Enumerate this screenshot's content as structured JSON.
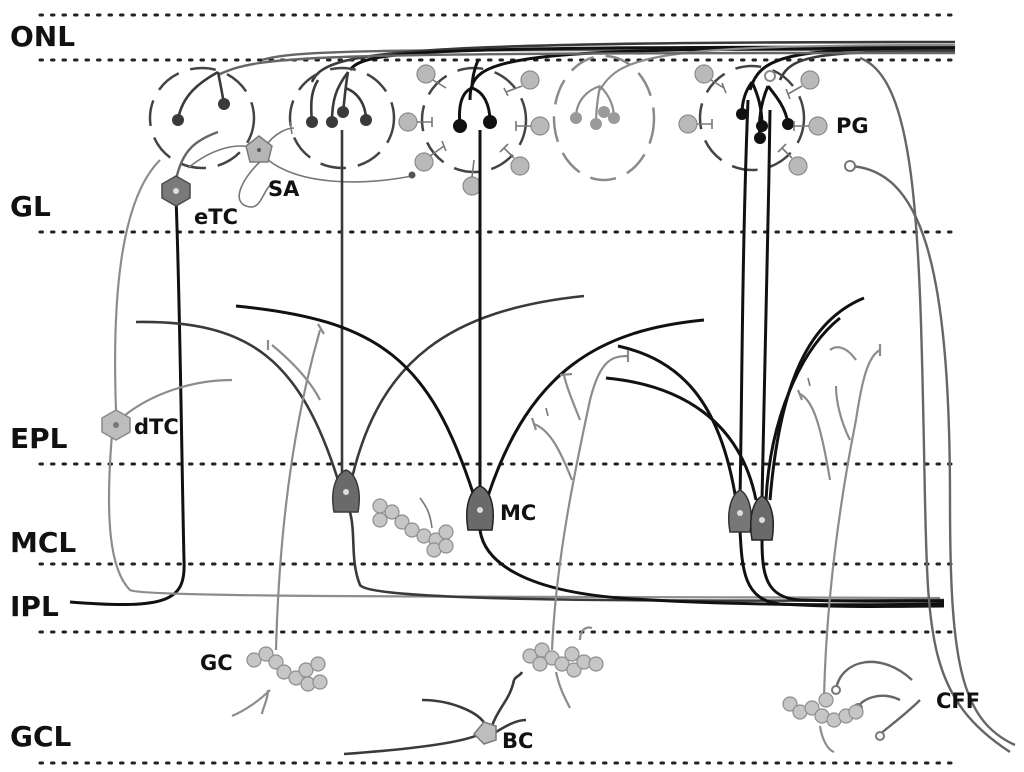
{
  "layers": {
    "onl": "ONL",
    "gl": "GL",
    "epl": "EPL",
    "mcl": "MCL",
    "ipl": "IPL",
    "gcl": "GCL"
  },
  "cells": {
    "sa": "SA",
    "etc": "eTC",
    "pg": "PG",
    "dtc": "dTC",
    "mc": "MC",
    "gc": "GC",
    "bc": "BC",
    "cff": "CFF"
  }
}
